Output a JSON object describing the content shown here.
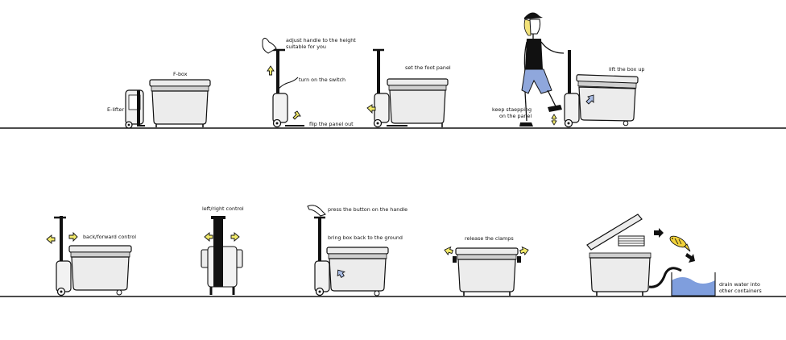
{
  "labels": {
    "e_lifter": "E-lifter",
    "f_box": "F-box",
    "adjust_handle_l1": "adjust handle to the height",
    "adjust_handle_l2": "suitable for you",
    "turn_on_switch": "turn on the switch",
    "flip_panel": "flip the panel out",
    "set_foot_panel": "set the foot panel",
    "keep_stepping_l1": "keep staepping",
    "keep_stepping_l2": "on the panel",
    "lift_box": "lift the box up",
    "back_forward": "back/forward control",
    "left_right": "left/right control",
    "press_button": "press the button on the handle",
    "bring_box_back": "bring box back to the ground",
    "release_clamps": "release the clamps",
    "drain_l1": "drain water into",
    "drain_l2": "other containers"
  },
  "colors": {
    "line": "#111111",
    "box_fill": "#ececec",
    "box_shade": "#cfcfcf",
    "arrow_yellow": "#f2ea6a",
    "arrow_blue": "#a9bce4",
    "shorts_blue": "#8fa7dc",
    "water_blue": "#7f9edd",
    "hair_yellow": "#f2e27a",
    "fish_yellow": "#f2d23a"
  }
}
